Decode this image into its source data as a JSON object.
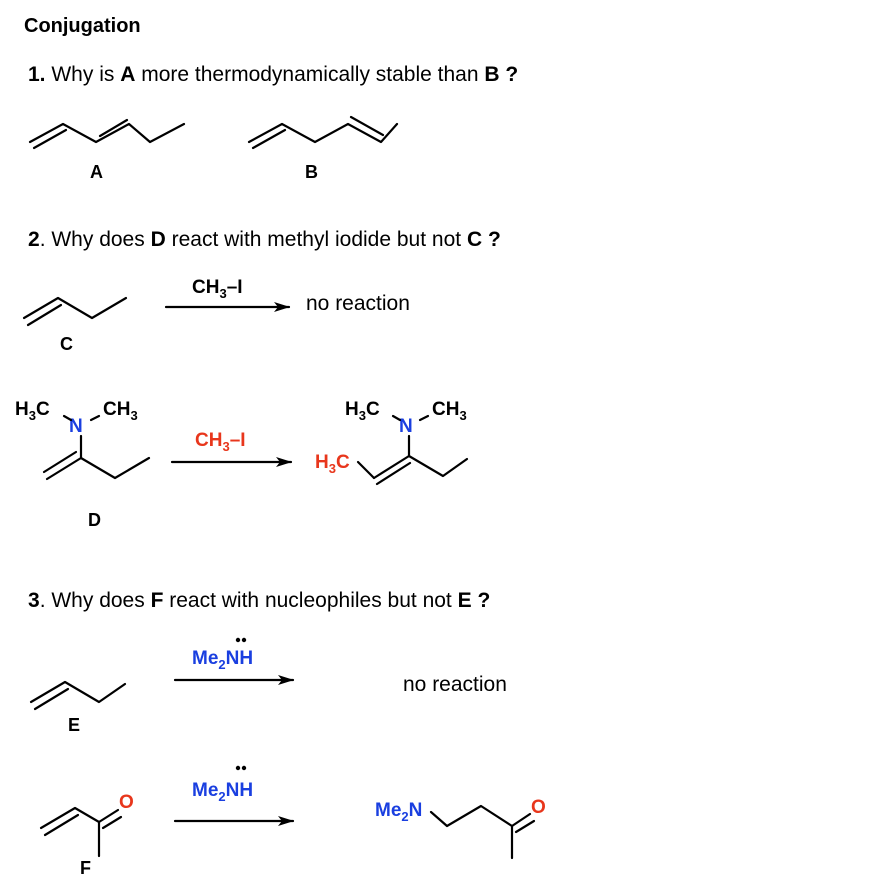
{
  "title": "Conjugation",
  "q1": {
    "num": "1.",
    "pre": "Why is",
    "a": "A",
    "mid": "more thermodynamically stable than",
    "b": "B",
    "end": "?"
  },
  "q2": {
    "num": "2",
    "pre": ". Why does",
    "d": "D",
    "mid": "react with methyl iodide but not",
    "c": "C",
    "end": "?"
  },
  "q3": {
    "num": "3",
    "pre": ". Why does",
    "f": "F",
    "mid": "react with nucleophiles but not",
    "e": "E",
    "end": "?"
  },
  "labels": {
    "A": "A",
    "B": "B",
    "C": "C",
    "D": "D",
    "E": "E",
    "F": "F"
  },
  "reagents": {
    "ch3i_c": {
      "base": "CH",
      "sub": "3",
      "tail": "–I"
    },
    "ch3i_d": {
      "base": "CH",
      "sub": "3",
      "tail": "–I"
    },
    "me2nh_e": {
      "base": "Me",
      "sub": "2",
      "tail": "NH"
    },
    "me2nh_f": {
      "base": "Me",
      "sub": "2",
      "tail": "NH"
    }
  },
  "outcomes": {
    "c": "no reaction",
    "e": "no reaction"
  },
  "atoms": {
    "H": "H",
    "C": "C",
    "N": "N",
    "O": "O",
    "sub3": "3",
    "sub2": "2",
    "Me": "Me"
  },
  "colors": {
    "nitrogen": "#1a3fe0",
    "added_methyl": "#e8361c",
    "oxygen": "#e8361c"
  }
}
